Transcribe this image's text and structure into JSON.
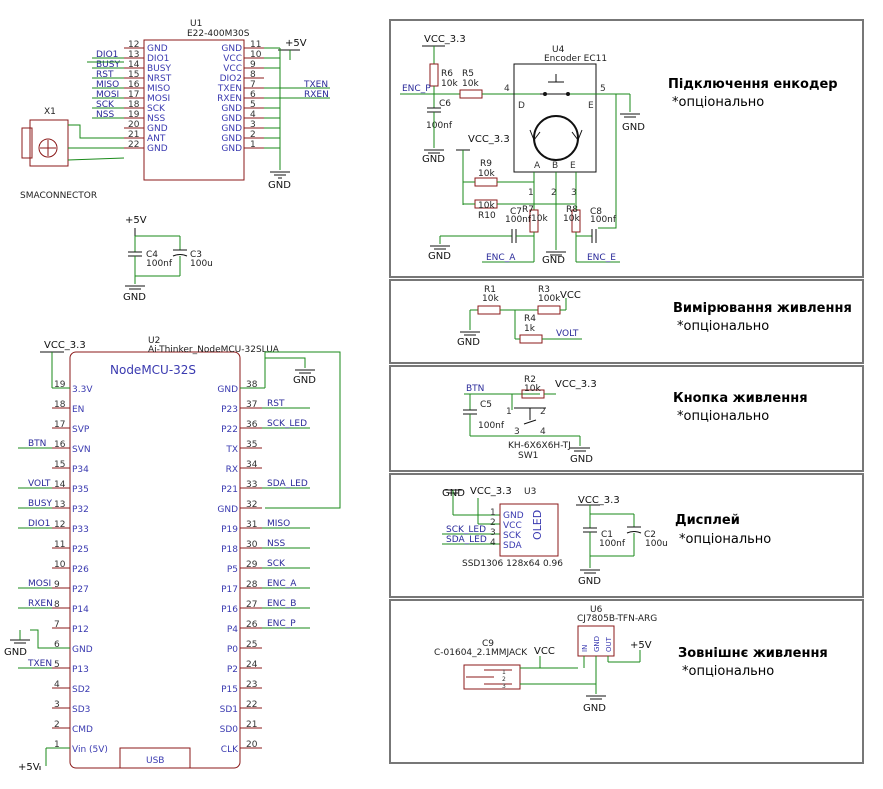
{
  "panels": {
    "encoder": {
      "title": "Підключення енкодер",
      "note": "*опціонально"
    },
    "power_meas": {
      "title": "Вимірювання живлення",
      "note": "*опціонально"
    },
    "power_btn": {
      "title": "Кнопка живлення",
      "note": "*опціонально"
    },
    "display": {
      "title": "Дисплей",
      "note": "*опціонально"
    },
    "ext_power": {
      "title": "Зовнішнє живлення",
      "note": "*опціонально"
    }
  },
  "u1": {
    "ref": "U1",
    "value": "E22-400M30S",
    "left_pins": [
      {
        "num": "12",
        "name": "GND",
        "net": ""
      },
      {
        "num": "13",
        "name": "DIO1",
        "net": "DIO1"
      },
      {
        "num": "14",
        "name": "BUSY",
        "net": "BUSY"
      },
      {
        "num": "15",
        "name": "NRST",
        "net": "RST"
      },
      {
        "num": "16",
        "name": "MISO",
        "net": "MISO"
      },
      {
        "num": "17",
        "name": "MOSI",
        "net": "MOSI"
      },
      {
        "num": "18",
        "name": "SCK",
        "net": "SCK"
      },
      {
        "num": "19",
        "name": "NSS",
        "net": "NSS"
      },
      {
        "num": "20",
        "name": "GND",
        "net": ""
      },
      {
        "num": "21",
        "name": "ANT",
        "net": ""
      },
      {
        "num": "22",
        "name": "GND",
        "net": ""
      }
    ],
    "right_pins": [
      {
        "num": "11",
        "name": "GND"
      },
      {
        "num": "10",
        "name": "VCC"
      },
      {
        "num": "9",
        "name": "VCC"
      },
      {
        "num": "8",
        "name": "DIO2"
      },
      {
        "num": "7",
        "name": "TXEN"
      },
      {
        "num": "6",
        "name": "RXEN"
      },
      {
        "num": "5",
        "name": "GND"
      },
      {
        "num": "4",
        "name": "GND"
      },
      {
        "num": "3",
        "name": "GND"
      },
      {
        "num": "2",
        "name": "GND"
      },
      {
        "num": "1",
        "name": "GND"
      }
    ],
    "right_nets": {
      "txen": "TXEN",
      "rxen": "RXEN"
    }
  },
  "x1": {
    "ref": "X1",
    "value": "SMACONNECTOR"
  },
  "caps_top": {
    "c4_ref": "C4",
    "c4_val": "100nf",
    "c3_ref": "C3",
    "c3_val": "100u"
  },
  "u2": {
    "ref": "U2",
    "value": "Ai-Thinker_NodeMCU-32SLUA",
    "label": "NodeMCU-32S",
    "usb": "USB",
    "left_pins": [
      {
        "num": "19",
        "name": "3.3V",
        "net": ""
      },
      {
        "num": "18",
        "name": "EN",
        "net": ""
      },
      {
        "num": "17",
        "name": "SVP",
        "net": ""
      },
      {
        "num": "16",
        "name": "SVN",
        "net": "BTN"
      },
      {
        "num": "15",
        "name": "P34",
        "net": ""
      },
      {
        "num": "14",
        "name": "P35",
        "net": "VOLT"
      },
      {
        "num": "13",
        "name": "P32",
        "net": "BUSY"
      },
      {
        "num": "12",
        "name": "P33",
        "net": "DIO1"
      },
      {
        "num": "11",
        "name": "P25",
        "net": ""
      },
      {
        "num": "10",
        "name": "P26",
        "net": ""
      },
      {
        "num": "9",
        "name": "P27",
        "net": "MOSI"
      },
      {
        "num": "8",
        "name": "P14",
        "net": "RXEN"
      },
      {
        "num": "7",
        "name": "P12",
        "net": ""
      },
      {
        "num": "6",
        "name": "GND",
        "net": ""
      },
      {
        "num": "5",
        "name": "P13",
        "net": "TXEN"
      },
      {
        "num": "4",
        "name": "SD2",
        "net": ""
      },
      {
        "num": "3",
        "name": "SD3",
        "net": ""
      },
      {
        "num": "2",
        "name": "CMD",
        "net": ""
      },
      {
        "num": "1",
        "name": "Vin (5V)",
        "net": ""
      }
    ],
    "right_pins": [
      {
        "num": "38",
        "name": "GND",
        "net": ""
      },
      {
        "num": "37",
        "name": "P23",
        "net": "RST"
      },
      {
        "num": "36",
        "name": "P22",
        "net": "SCK_LED"
      },
      {
        "num": "35",
        "name": "TX",
        "net": ""
      },
      {
        "num": "34",
        "name": "RX",
        "net": ""
      },
      {
        "num": "33",
        "name": "P21",
        "net": "SDA_LED"
      },
      {
        "num": "32",
        "name": "GND",
        "net": ""
      },
      {
        "num": "31",
        "name": "P19",
        "net": "MISO"
      },
      {
        "num": "30",
        "name": "P18",
        "net": "NSS"
      },
      {
        "num": "29",
        "name": "P5",
        "net": "SCK"
      },
      {
        "num": "28",
        "name": "P17",
        "net": "ENC_A"
      },
      {
        "num": "27",
        "name": "P16",
        "net": "ENC_B"
      },
      {
        "num": "26",
        "name": "P4",
        "net": "ENC_P"
      },
      {
        "num": "25",
        "name": "P0",
        "net": ""
      },
      {
        "num": "24",
        "name": "P2",
        "net": ""
      },
      {
        "num": "23",
        "name": "P15",
        "net": ""
      },
      {
        "num": "22",
        "name": "SD1",
        "net": ""
      },
      {
        "num": "21",
        "name": "SD0",
        "net": ""
      },
      {
        "num": "20",
        "name": "CLK",
        "net": ""
      }
    ]
  },
  "power": {
    "vcc33": "VCC_3.3",
    "p5v": "+5V",
    "gnd": "GND",
    "vcc": "VCC"
  },
  "encoder": {
    "u4_ref": "U4",
    "u4_val": "Encoder EC11",
    "r6": "R6",
    "r6v": "10k",
    "r5": "R5",
    "r5v": "10k",
    "c6": "C6",
    "c6v": "100nf",
    "r9": "R9",
    "r9v": "10k",
    "r10": "R10",
    "r10v": "10k",
    "r7": "R7",
    "r7v": "10k",
    "r8": "R8",
    "r8v": "10k",
    "c7": "C7",
    "c7v": "100nf",
    "c8": "C8",
    "c8v": "100nf",
    "pins": {
      "d": "D",
      "e": "E",
      "p4": "4",
      "p5": "5",
      "a": "A",
      "b": "B",
      "c": "E",
      "n1": "1",
      "n2": "2",
      "n3": "3"
    },
    "net_encp": "ENC_P",
    "net_enca": "ENC_A",
    "net_encb": "ENC_E"
  },
  "meas": {
    "r1": "R1",
    "r1v": "10k",
    "r3": "R3",
    "r3v": "100k",
    "r4": "R4",
    "r4v": "1k",
    "volt": "VOLT"
  },
  "btn": {
    "r2": "R2",
    "r2v": "10k",
    "c5": "C5",
    "c5v": "100nf",
    "sw": "SW1",
    "swv": "KH-6X6X6H-TJ",
    "net": "BTN",
    "p1": "1",
    "p2": "2",
    "p3": "3",
    "p4": "4"
  },
  "disp": {
    "u3": "U3",
    "u3v": "SSD1306 128x64 0.96",
    "label": "OLED",
    "pins": [
      {
        "num": "1",
        "name": "GND"
      },
      {
        "num": "2",
        "name": "VCC"
      },
      {
        "num": "3",
        "name": "SCK"
      },
      {
        "num": "4",
        "name": "SDA"
      }
    ],
    "nets": {
      "sck": "SCK_LED",
      "sda": "SDA_LED"
    },
    "c1": "C1",
    "c1v": "100nf",
    "c2": "C2",
    "c2v": "100u"
  },
  "ext": {
    "c9": "C9",
    "c9v": "C-01604_2.1MMJACK",
    "u6": "U6",
    "u6v": "CJ7805B-TFN-ARG",
    "pins": [
      "IN",
      "GND",
      "OUT"
    ],
    "jpins": [
      "1",
      "2",
      "3"
    ]
  }
}
